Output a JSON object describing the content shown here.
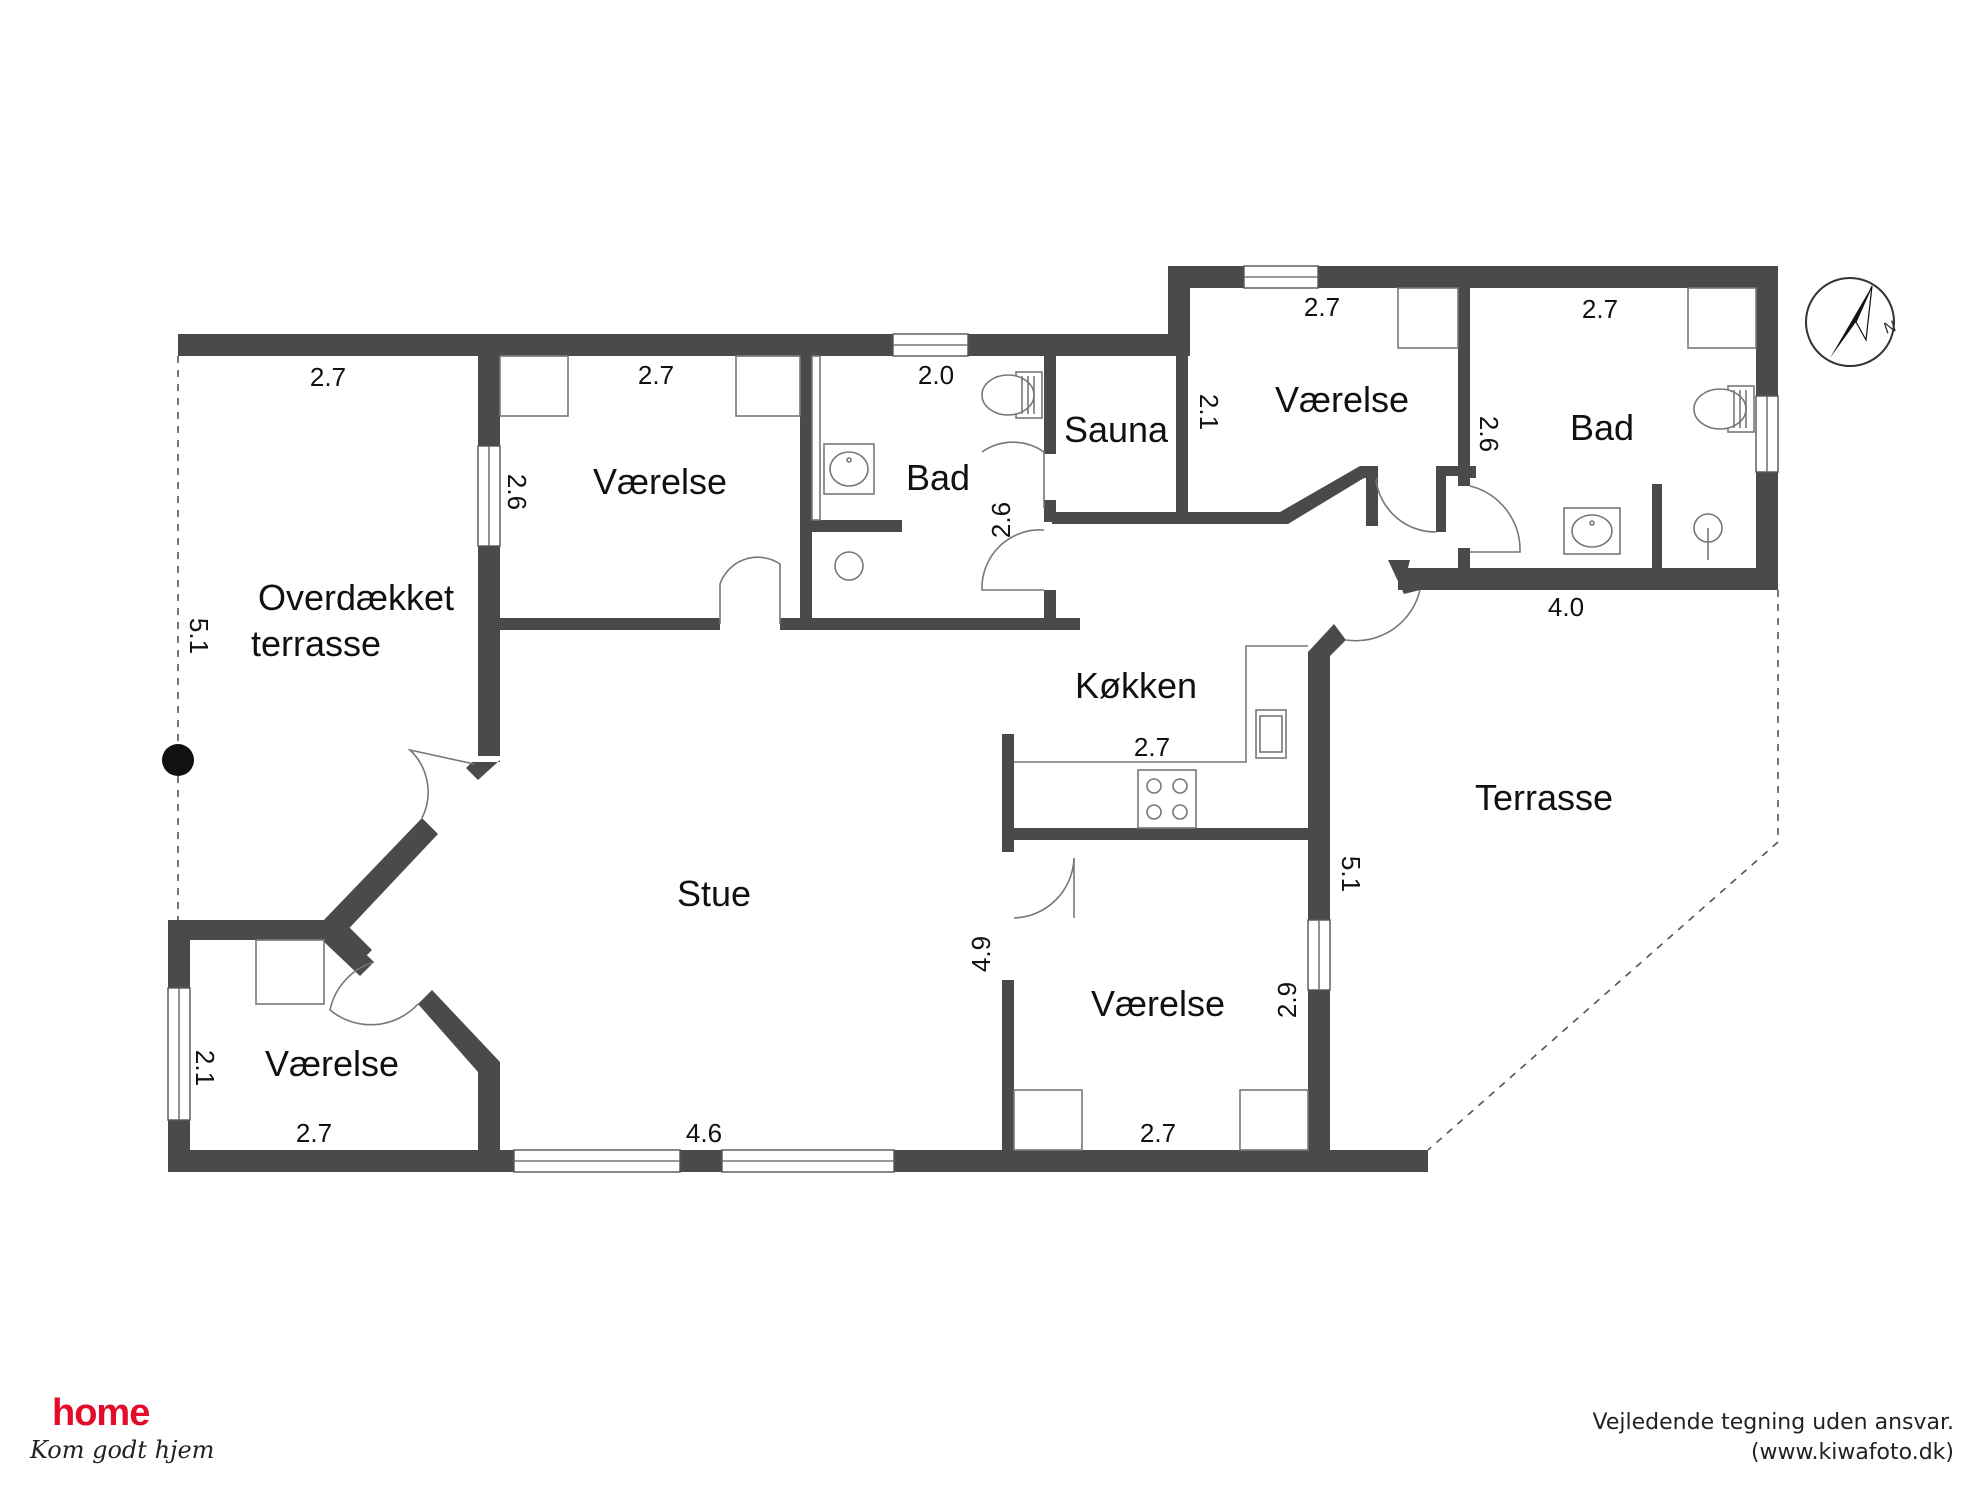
{
  "rooms": {
    "overdaekket_line1": "Overdækket",
    "overdaekket_line2": "terrasse",
    "vaerelse_top_left": "Værelse",
    "bad_left": "Bad",
    "sauna": "Sauna",
    "vaerelse_top_right": "Værelse",
    "bad_right": "Bad",
    "koekken": "Køkken",
    "terrasse": "Terrasse",
    "stue": "Stue",
    "vaerelse_bottom_mid": "Værelse",
    "vaerelse_bottom_left": "Værelse"
  },
  "dimensions": {
    "overdaekket_width": "2.7",
    "overdaekket_depth": "5.1",
    "vaerelse_tl_width": "2.7",
    "vaerelse_tl_depth": "2.6",
    "bad_left_width": "2.0",
    "bad_left_depth": "2.6",
    "vaerelse_tr_width": "2.7",
    "vaerelse_tr_depth": "2.1",
    "bad_right_width": "2.7",
    "bad_right_depth": "2.6",
    "terrasse_width": "4.0",
    "terrasse_depth": "5.1",
    "koekken_width": "2.7",
    "stue_width": "4.6",
    "stue_depth": "4.9",
    "vaerelse_bm_width": "2.7",
    "vaerelse_bm_depth": "2.9",
    "vaerelse_bl_width": "2.7",
    "vaerelse_bl_depth": "2.1"
  },
  "compass": {
    "label": "N"
  },
  "brand": {
    "name": "home",
    "tagline": "Kom godt hjem",
    "color": "#e30d2b"
  },
  "disclaimer": {
    "line1": "Vejledende tegning uden ansvar.",
    "line2": "(www.kiwafoto.dk)"
  }
}
